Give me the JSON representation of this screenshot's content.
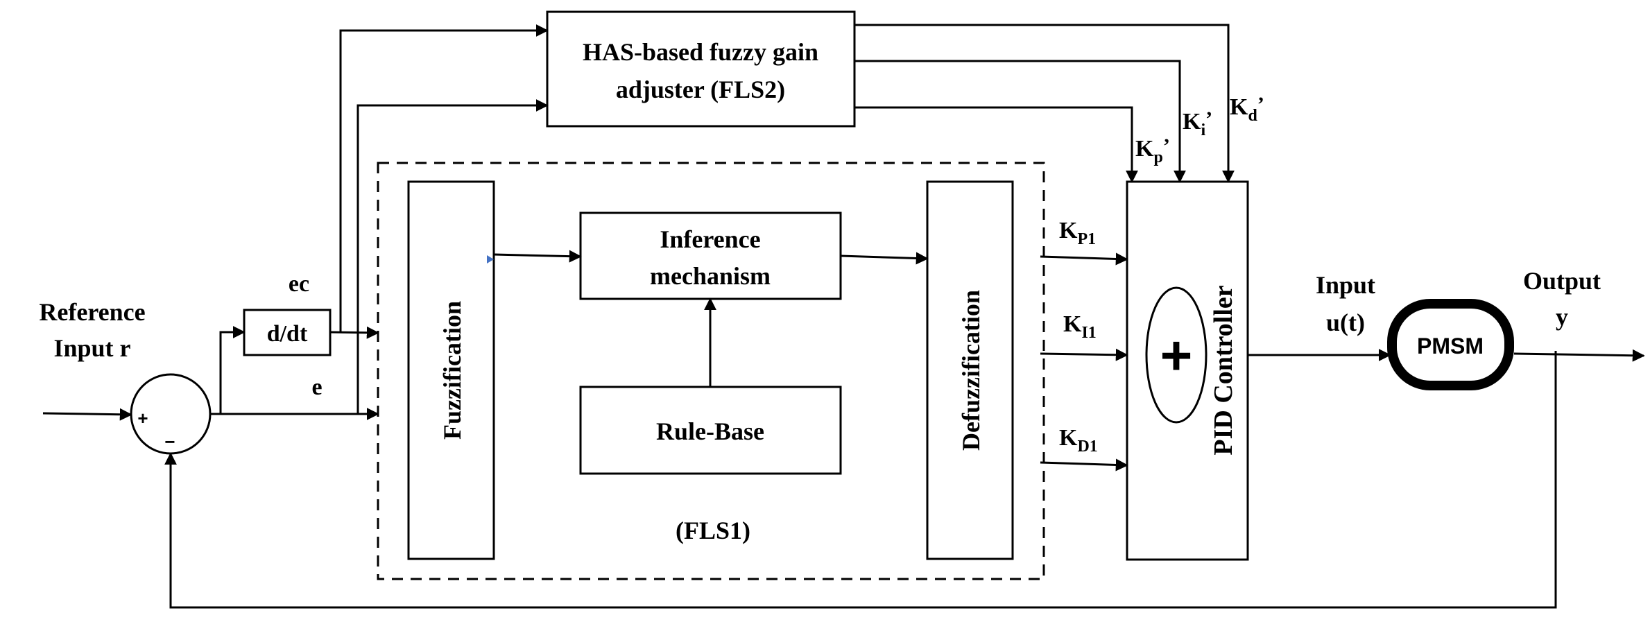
{
  "blocks": {
    "fls2": {
      "line1": "HAS-based fuzzy gain",
      "line2": "adjuster (FLS2)"
    },
    "fuzzification": "Fuzzification",
    "inference": {
      "line1": "Inference",
      "line2": "mechanism"
    },
    "rule_base": "Rule-Base",
    "defuzzification": "Defuzzification",
    "fls1_label": "(FLS1)",
    "derivative": "d/dt",
    "pid": "PID Controller",
    "pid_sum": "+",
    "pmsm": "PMSM"
  },
  "signals": {
    "reference": {
      "line1": "Reference",
      "line2": "Input r"
    },
    "ec": "ec",
    "e": "e",
    "sum_plus": "+",
    "sum_minus": "−",
    "input_u": {
      "line1": "Input",
      "line2": "u(t)"
    },
    "output_y": {
      "line1": "Output",
      "line2": "y"
    }
  },
  "gains": {
    "kp1": {
      "base": "K",
      "sub": "P1"
    },
    "ki1": {
      "base": "K",
      "sub": "I1"
    },
    "kd1": {
      "base": "K",
      "sub": "D1"
    },
    "kp_prime": {
      "base": "K",
      "sub": "p",
      "suffix": "’"
    },
    "ki_prime": {
      "base": "K",
      "sub": "i",
      "suffix": "’"
    },
    "kd_prime": {
      "base": "K",
      "sub": "d",
      "suffix": "’"
    }
  }
}
